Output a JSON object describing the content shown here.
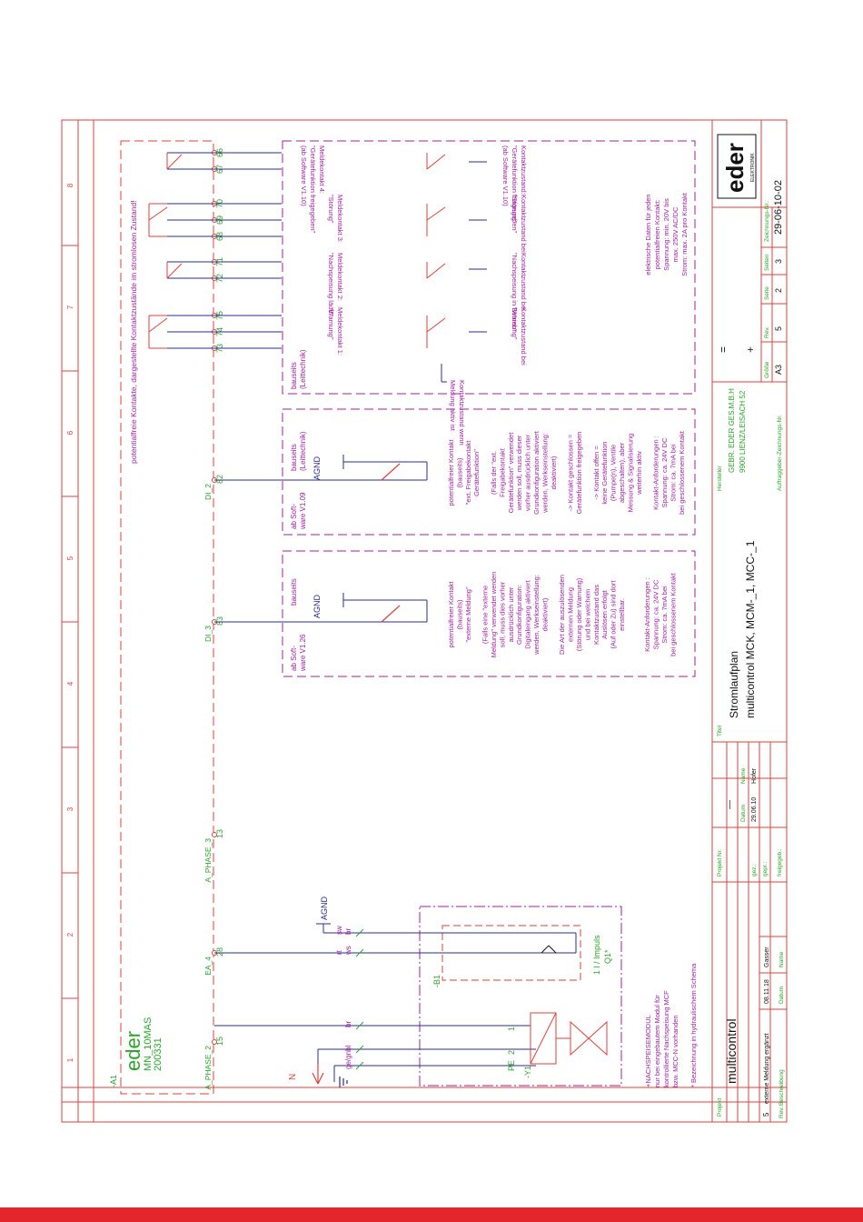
{
  "colors": {
    "frame": "#e0403a",
    "wire": "#2b2b8f",
    "purple": "#a020a0",
    "green": "#2aa52a",
    "black": "#111111",
    "bar": "#e3262b"
  },
  "grid_columns": [
    "1",
    "2",
    "3",
    "4",
    "5",
    "6",
    "7",
    "8"
  ],
  "module": {
    "ref": "-A1",
    "brand": "eder",
    "name": "MN_10MAS",
    "number": "200331",
    "header_note": "potentialfreie Kontakte, dargestellte Kontaktzustände im stromlosen Zustand!"
  },
  "terminals": {
    "t15": "15",
    "t28": "28",
    "t13": "13",
    "t83": "83",
    "t82": "82",
    "t73": "73",
    "t74": "74",
    "t75": "75",
    "t72": "72",
    "t71": "71",
    "t68": "68",
    "t69": "69",
    "t70": "70",
    "t67": "67",
    "t66": "66"
  },
  "signals": {
    "aphase2": "A_PHASE_2",
    "ea4": "EA_4",
    "aphase3": "A_PHASE_3",
    "di3": "DI_3",
    "di2": "DI_2"
  },
  "left_circuit": {
    "n_label": "N",
    "gegn": "ge/gn",
    "bl": "bl",
    "br": "br",
    "pe": "PE",
    "two": "2",
    "one": "1",
    "y1": "-Y1",
    "b1": "-B1",
    "sw": "sw",
    "ws": "ws",
    "rt": "rt",
    "br2": "br",
    "agnd": "AGND",
    "impuls": "1 l / Impuls",
    "q1": "Q1*"
  },
  "notes_left": {
    "line1": "+NACHSPEISEMODUL",
    "line2": "nur bei eingebautem Modul für",
    "line3": "kontrollierte Nachspeisung MCF",
    "line4": "bzw. MCC-N vorhanden",
    "line5": "* Bezeichnung in hydraulischem Schema"
  },
  "box_di3": {
    "agnd": "AGND",
    "soft1": "ab Soft-",
    "soft2": "ware V1.26",
    "bauseits": "bauseits",
    "lines": [
      "potentialfreier Kontakt",
      "(bauseits)",
      "\"externe Meldung\"",
      "",
      "(Falls eine \"externe",
      "Meldung\" verwendet werden",
      "soll, muss dies vorher",
      "ausdrücklich unter",
      "Grundkonfiguration:",
      "Digitaleingang aktiviert",
      "werden, Werkseinstellung:",
      "deaktiviert)",
      "",
      "Die Art der auszulösenden",
      "externen Meldung",
      "(Störung oder Warnung)",
      "und bei welchem",
      "Kontaktzustand das",
      "Auslösen erfolgt",
      "(Auf oder Zu) sind dort",
      "einstellbar.",
      "",
      "",
      "Kontakt-Anforderungen :",
      "Spannung: ca. 24V DC",
      "Strom: ca. 7mA bei",
      "bei geschlossenem Kontakt"
    ]
  },
  "box_di2": {
    "agnd": "AGND",
    "soft1": "ab Soft-",
    "soft2": "ware V1.09",
    "bauseits1": "bauseits",
    "bauseits2": "(Leittechnik)",
    "lines": [
      "potentialfreier Kontakt",
      "(bauseits)",
      "\"ext. Freigabekontakt",
      "Gerätefunktion\"",
      "",
      "(Falls der \"ext.",
      "Freigabekontakt",
      "Gerätefunktion\" verwendet",
      "werden soll, muss dieser",
      "vorher ausdrücklich unter",
      "Grundkonfiguration aktiviert",
      "werden, Werkseinstellung:",
      "deaktiviert)",
      "",
      "-> Kontakt geschlossen =",
      "Gerätefunktion freigegeben",
      "",
      "-> Kontakt offen =",
      "keine Gerätefunktion",
      "(Pumpe(n), Ventile",
      "abgeschalten), aber",
      "Messung & Signalisierung",
      "weiterhin aktiv",
      "",
      "Kontakt-Anforderungen :",
      "Spannung: ca. 24V DC",
      "Strom: ca. 7mA bei",
      "bei geschlossenem Kontakt"
    ]
  },
  "relay_box": {
    "bauseits1": "bauseits",
    "bauseits2": "(Leittechnik)",
    "k1a": "Meldekontakt 1:",
    "k1b": "\"Warnung\"",
    "k2a": "Meldekontakt 2:",
    "k2b": "\"Nachspeisung läuft\"",
    "k3a": "Meldekontakt 3:",
    "k3b": "\"Störung\"",
    "k4a": "Meldekontakt 4:",
    "k4b": "\"Gerätefunktion freigegeben\"",
    "k4c": "(ab Software V1.10)",
    "z1a": "Kontaktzustand bei",
    "z1b": "\"Warnung\"",
    "z2a": "Kontaktzustand bei",
    "z2b": "\"Nachspeisung in Betrieb\"",
    "z3a": "Kontaktzustand bei",
    "z3b": "\"Störung\"",
    "z4a": "Kontaktzustand:",
    "z4b": "\"Gerätefunktion freigegeben\"",
    "z4c": "(ab Software V1.10)",
    "active1": "Kontaktzustand wenn",
    "active2": "Meldung aktiv ist",
    "elec": [
      "elektrische Daten für jeden",
      "potentialfreien Kontakt:",
      "Spannung: min. 20V bis",
      "max. 250V AC/DC",
      "Strom: max. 2A pro Kontakt"
    ]
  },
  "title_block": {
    "projekt_label": "Projekt",
    "projekt": "multicontrol",
    "projekt_nr_label": "Projekt Nr.",
    "projekt_nr": "—",
    "titel_label": "Titel",
    "titel1": "Stromlaufplan",
    "titel2": "multicontrol MCK, MCM-_1, MCC-_1",
    "hersteller_label": "Hersteller",
    "hersteller1": "GEBR. EDER GES.M.B.H",
    "hersteller2": "9900 LIENZ/LEISACH 52",
    "auftrag_label": "Auftraggeber-Zeichnungs-Nr.",
    "eq": "=",
    "plus": "+",
    "rev_label": "Rev.",
    "beschreibung_label": "Beschreibung",
    "datum_label": "Datum",
    "name_label": "Name",
    "rev_value": "5",
    "rev_text": "externe Meldung ergänzt",
    "rev_date": "08.11.18",
    "rev_name": "Gasser",
    "gez_label": "gez.:",
    "gez_date": "29.06.10",
    "gez_name": "Hofer",
    "gepr_label": "gepr.:",
    "freig_label": "freigegeb.:",
    "groesse_label": "Größe",
    "groesse": "A3",
    "rev2_label": "Rev.",
    "rev2": "5",
    "seite_label": "Seite",
    "seite": "2",
    "seiten_label": "Seiten",
    "seiten": "3",
    "znr_label": "Zeichnungs-Nr.:",
    "znr": "29-06-10-02",
    "logo": "eder",
    "logo_sub": "ELEKTRONIK"
  }
}
